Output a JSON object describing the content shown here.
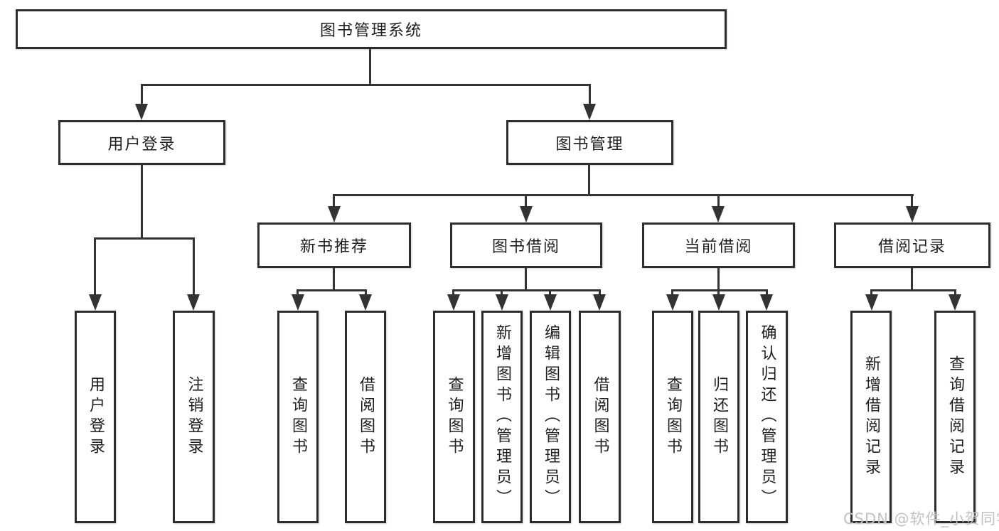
{
  "nodes": {
    "root": "图书管理系统",
    "user_login": "用户登录",
    "book_mgmt": "图书管理",
    "new_book": "新书推荐",
    "book_borrow": "图书借阅",
    "current_borrow": "当前借阅",
    "borrow_record": "借阅记录"
  },
  "leaves": {
    "user_login": [
      "用户登录",
      "注销登录"
    ],
    "new_book": [
      "查询图书",
      "借阅图书"
    ],
    "book_borrow": [
      "查询图书",
      "新增图书（管理员）",
      "编辑图书（管理员）",
      "借阅图书"
    ],
    "current_borrow": [
      "查询图书",
      "归还图书",
      "确认归还（管理员）"
    ],
    "borrow_record": [
      "新增借阅记录",
      "查询借阅记录"
    ]
  },
  "watermark": "CSDN @软件_小贺同学",
  "colors": {
    "line": "#333333",
    "box_border": "#2d2d2d",
    "text": "#1f1f1f",
    "watermark": "#c2c2c2",
    "background": "#ffffff"
  }
}
